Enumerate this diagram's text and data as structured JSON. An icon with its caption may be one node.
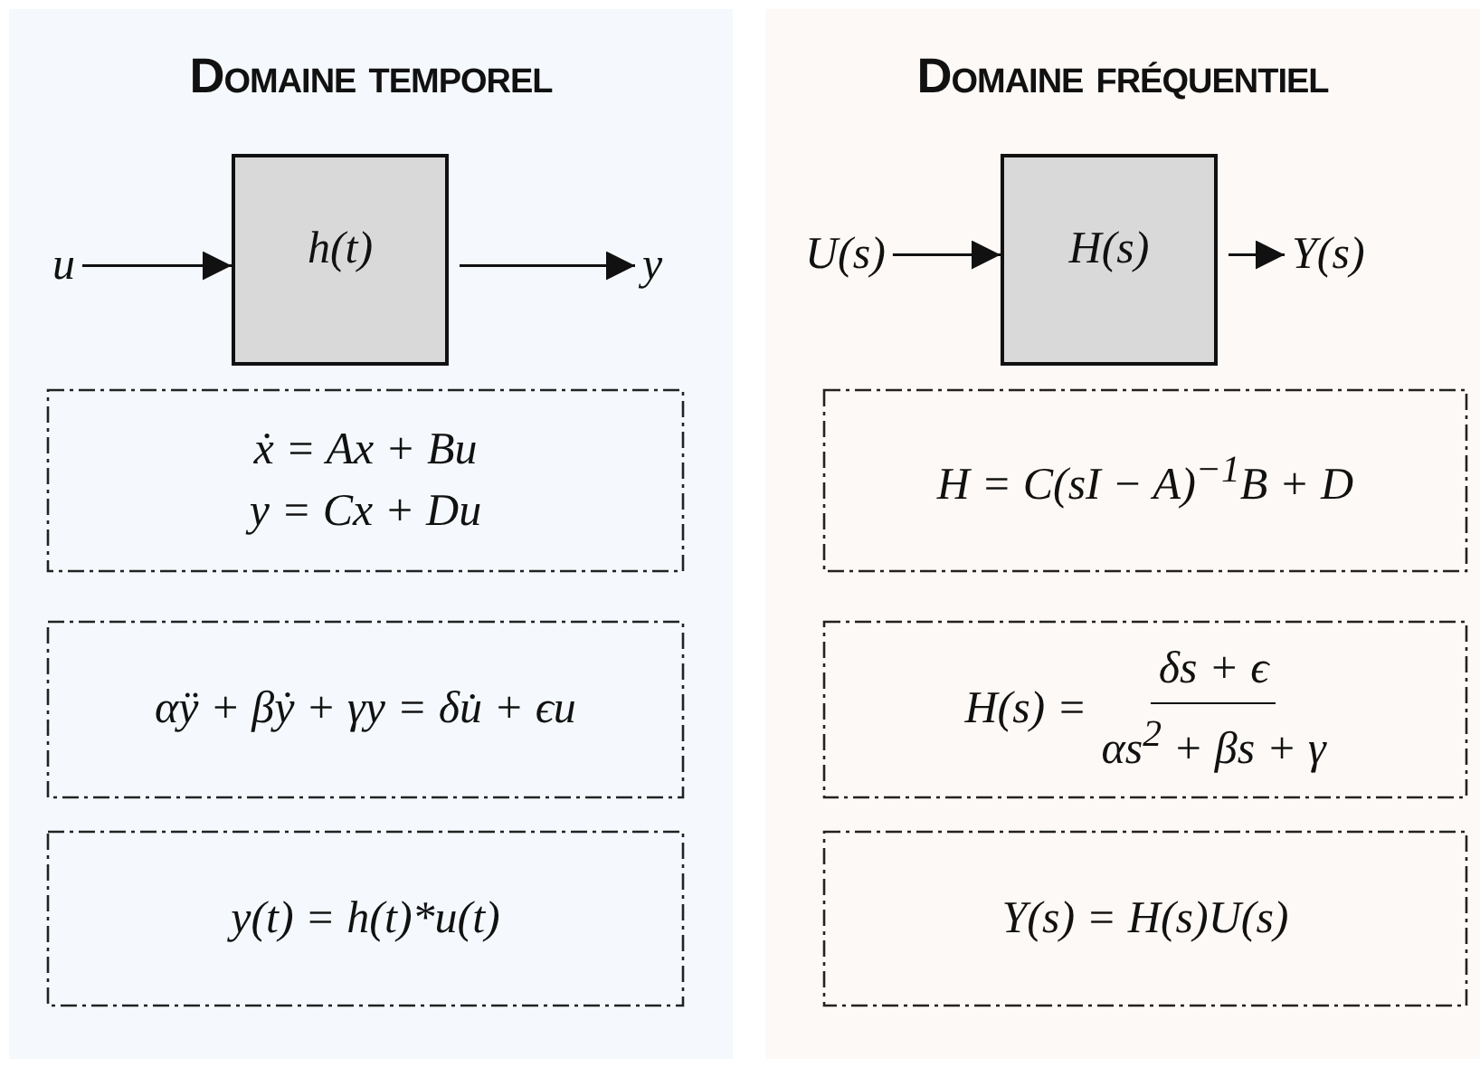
{
  "diagram": {
    "nodes": [
      {
        "text": [
          "Domaine temporel"
        ]
      },
      {
        "text": [
          "h(t)"
        ],
        "in": 0
      },
      {
        "text": [
          "u"
        ],
        "in": 0
      },
      {
        "text": [
          "y"
        ],
        "in": 0
      },
      {
        "text": [
          "ẋ = Ax + Bu",
          "y = Cx + Du"
        ],
        "in": 0
      },
      {
        "text": [
          "αÿ + βẏ + γy = δu̇ + ϵu"
        ],
        "in": 0
      },
      {
        "text": [
          "y(t) = h(t)*u(t)"
        ],
        "in": 0
      },
      {
        "text": [
          "Domaine fréquentiel"
        ]
      },
      {
        "text": [
          "H(s)"
        ],
        "in": 7
      },
      {
        "text": [
          "U(s)"
        ],
        "in": 7
      },
      {
        "text": [
          "Y(s)"
        ],
        "in": 7
      },
      {
        "text": [
          "H = C(sI − A)$^{−1}$B + D"
        ],
        "in": 7
      },
      {
        "text": [
          "H(s) =",
          "δs + ϵ",
          "αs$^{2}$ + βs + γ"
        ],
        "in": 7
      },
      {
        "text": [
          "Y(s) = H(s)U(s)"
        ],
        "in": 7
      }
    ],
    "edges": [
      {
        "from": 2,
        "to": 1,
        "arrow": "to"
      },
      {
        "from": 1,
        "to": 3,
        "arrow": "to"
      },
      {
        "from": 9,
        "to": 8,
        "arrow": "to"
      },
      {
        "from": 8,
        "to": 10,
        "arrow": "to"
      }
    ]
  }
}
